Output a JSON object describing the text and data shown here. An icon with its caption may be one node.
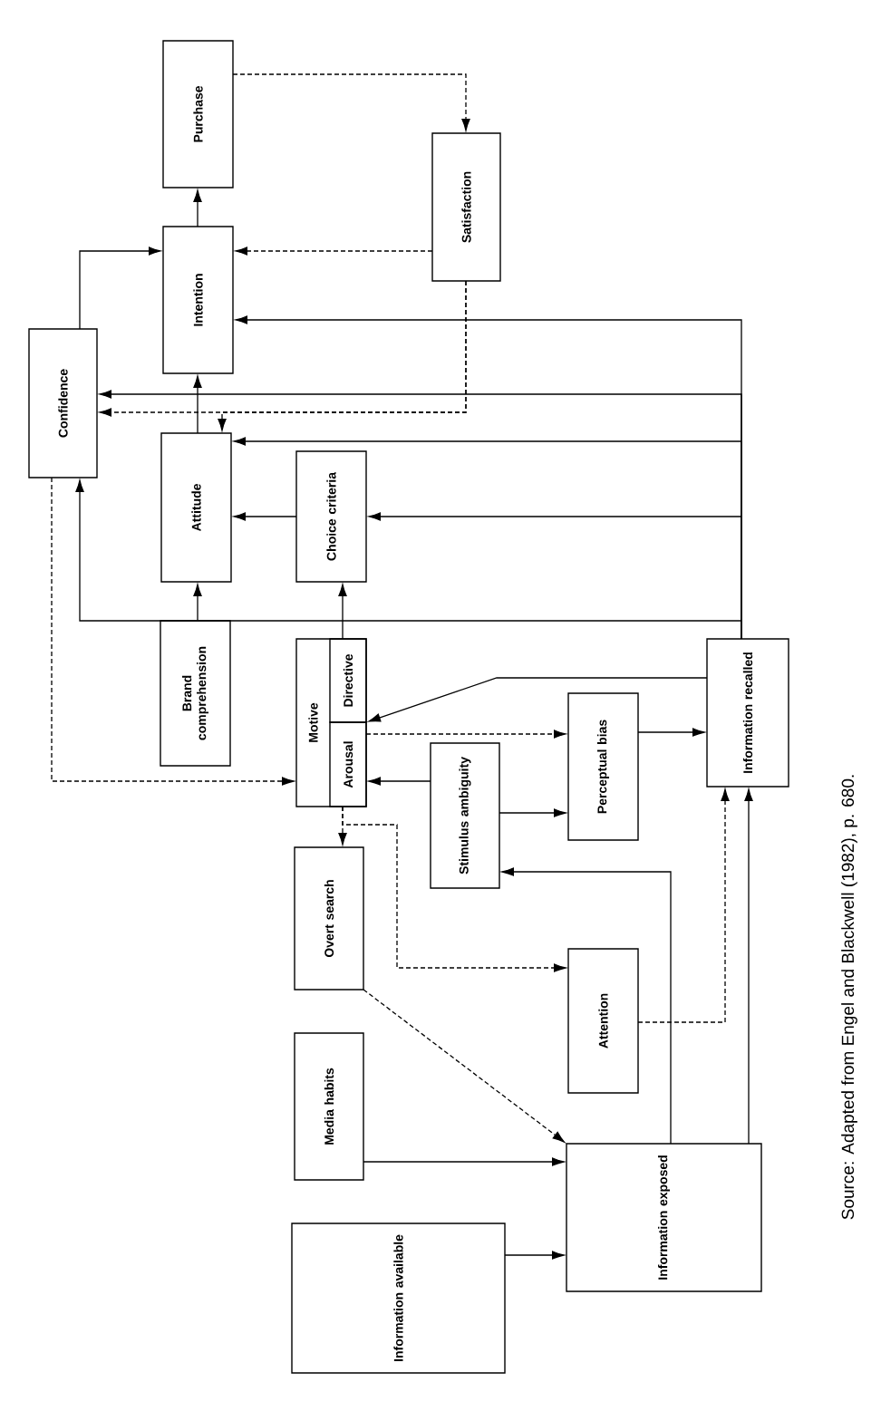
{
  "diagram": {
    "caption": "Source: Adapted from Engel and Blackwell (1982), p. 680.",
    "nodes": [
      {
        "text": [
          "Purchase"
        ]
      },
      {
        "text": [
          "Satisfaction"
        ]
      },
      {
        "text": [
          "Confidence"
        ]
      },
      {
        "text": [
          "Intention"
        ]
      },
      {
        "text": [
          "Attitude"
        ]
      },
      {
        "text": [
          "Choice criteria"
        ]
      },
      {
        "text": [
          "Brand comprehension"
        ]
      },
      {
        "text": [
          "Motive"
        ]
      },
      {
        "text": [
          "Directive"
        ],
        "in": 7
      },
      {
        "text": [
          "Arousal"
        ],
        "in": 7
      },
      {
        "text": [
          "Overt search"
        ]
      },
      {
        "text": [
          "Stimulus ambiguity"
        ]
      },
      {
        "text": [
          "Perceptual bias"
        ]
      },
      {
        "text": [
          "Information recalled"
        ]
      },
      {
        "text": [
          "Attention"
        ]
      },
      {
        "text": [
          "Media habits"
        ]
      },
      {
        "text": [
          "Information available"
        ]
      },
      {
        "text": [
          "Information exposed"
        ]
      }
    ],
    "edges": [
      {
        "from": 3,
        "to": 0,
        "arrow": "to"
      },
      {
        "from": 0,
        "to": 1,
        "arrow": "to",
        "style": "dashed"
      },
      {
        "from": 1,
        "to": 3,
        "arrow": "to",
        "style": "dashed"
      },
      {
        "from": 2,
        "to": 3,
        "arrow": "to"
      },
      {
        "from": 4,
        "to": 3,
        "arrow": "to"
      },
      {
        "from": 1,
        "to": 2,
        "arrow": "to",
        "style": "dashed"
      },
      {
        "from": 1,
        "to": 4,
        "arrow": "to",
        "style": "dashed"
      },
      {
        "from": 13,
        "to": 3,
        "arrow": "to"
      },
      {
        "from": 13,
        "to": 2,
        "arrow": "to"
      },
      {
        "from": 13,
        "to": 4,
        "arrow": "to"
      },
      {
        "from": 13,
        "to": 5,
        "arrow": "to"
      },
      {
        "from": 13,
        "to": 2,
        "arrow": "to"
      },
      {
        "from": 6,
        "to": 4,
        "arrow": "to"
      },
      {
        "from": 5,
        "to": 4,
        "arrow": "to"
      },
      {
        "from": 8,
        "to": 5,
        "arrow": "to"
      },
      {
        "from": 13,
        "to": 9,
        "arrow": "to"
      },
      {
        "from": 2,
        "to": 7,
        "arrow": "to",
        "style": "dashed"
      },
      {
        "from": 9,
        "to": 12,
        "arrow": "to",
        "style": "dashed"
      },
      {
        "from": 11,
        "to": 9,
        "arrow": "to"
      },
      {
        "from": 11,
        "to": 12,
        "arrow": "to"
      },
      {
        "from": 12,
        "to": 13,
        "arrow": "to"
      },
      {
        "from": 9,
        "to": 10,
        "arrow": "to",
        "style": "dashed"
      },
      {
        "from": 9,
        "to": 14,
        "arrow": "to",
        "style": "dashed"
      },
      {
        "from": 10,
        "to": 17,
        "arrow": "to",
        "style": "dashed"
      },
      {
        "from": 14,
        "to": 13,
        "arrow": "to",
        "style": "dashed"
      },
      {
        "from": 17,
        "to": 11,
        "arrow": "to"
      },
      {
        "from": 17,
        "to": 13,
        "arrow": "to"
      },
      {
        "from": 15,
        "to": 17,
        "arrow": "to"
      },
      {
        "from": 16,
        "to": 17,
        "arrow": "to"
      }
    ]
  }
}
